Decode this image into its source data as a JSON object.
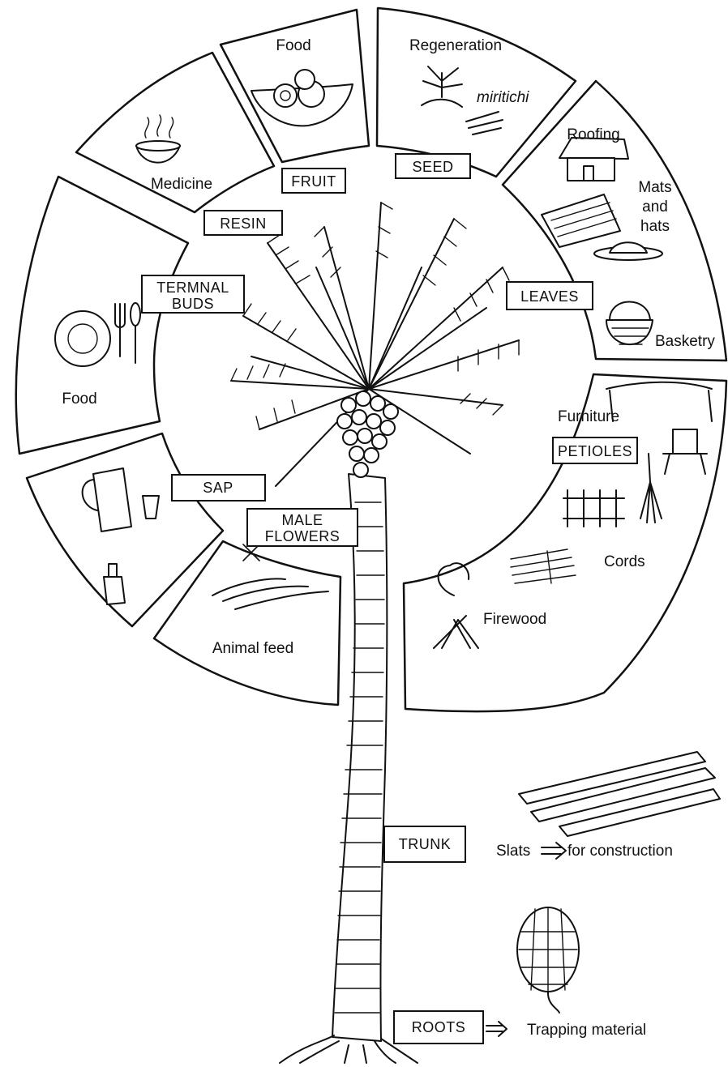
{
  "segments": {
    "food_fruit": "Food",
    "regeneration": "Regeneration",
    "miritichi": "miritichi",
    "medicine": "Medicine",
    "roofing": "Roofing",
    "mats_line1": "Mats",
    "mats_line2": "and",
    "mats_line3": "hats",
    "basketry": "Basketry",
    "food_buds": "Food",
    "furniture": "Furniture",
    "cords": "Cords",
    "firewood": "Firewood",
    "animal_feed": "Animal feed"
  },
  "parts": {
    "fruit": "FRUIT",
    "seed": "SEED",
    "resin": "RESIN",
    "terminal_buds_line1": "TERMNAL",
    "terminal_buds_line2": "BUDS",
    "leaves": "LEAVES",
    "petioles": "PETIOLES",
    "sap": "SAP",
    "male_flowers_line1": "MALE",
    "male_flowers_line2": "FLOWERS",
    "trunk": "TRUNK",
    "roots": "ROOTS"
  },
  "outside": {
    "slats": "Slats",
    "slats_use": "for construction",
    "trapping": "Trapping material"
  },
  "icons": [
    "arrow-icon",
    "bowl-of-fruit-icon",
    "seedling-icon",
    "medicine-bowl-icon",
    "hut-icon",
    "mat-icon",
    "hat-icon",
    "basket-icon",
    "plate-icon",
    "fork-icon",
    "spoon-icon",
    "jug-icon",
    "glass-icon",
    "bottle-icon",
    "worms-icon",
    "chair-icon",
    "table-icon",
    "broom-icon",
    "fence-icon",
    "fiber-bundle-icon",
    "fire-icon",
    "slats-icon",
    "fish-trap-icon",
    "palm-tree-icon"
  ]
}
